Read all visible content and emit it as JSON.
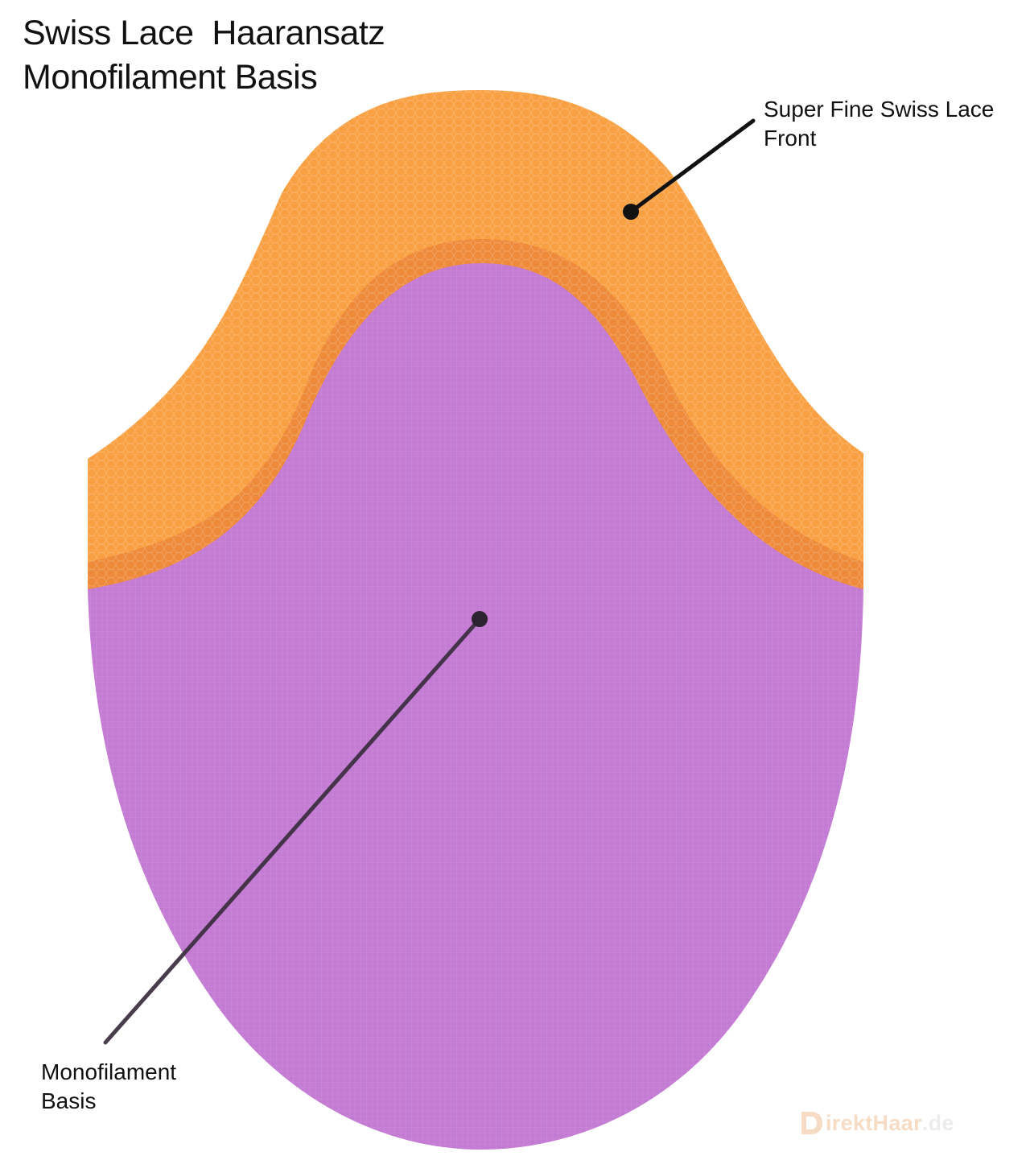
{
  "title": {
    "line1": "Swiss Lace  Haaransatz",
    "line2": "Monofilament Basis"
  },
  "regions": {
    "lace": {
      "label_line1": "Super Fine Swiss Lace",
      "label_line2": "Front",
      "color": "#f9a043",
      "overlap_color": "#ee8a3a"
    },
    "mono": {
      "label_line1": "Monofilament",
      "label_line2": "Basis",
      "color": "#c47bd4"
    }
  },
  "watermark": {
    "brand": "irektHaar",
    "tld": ".de"
  }
}
